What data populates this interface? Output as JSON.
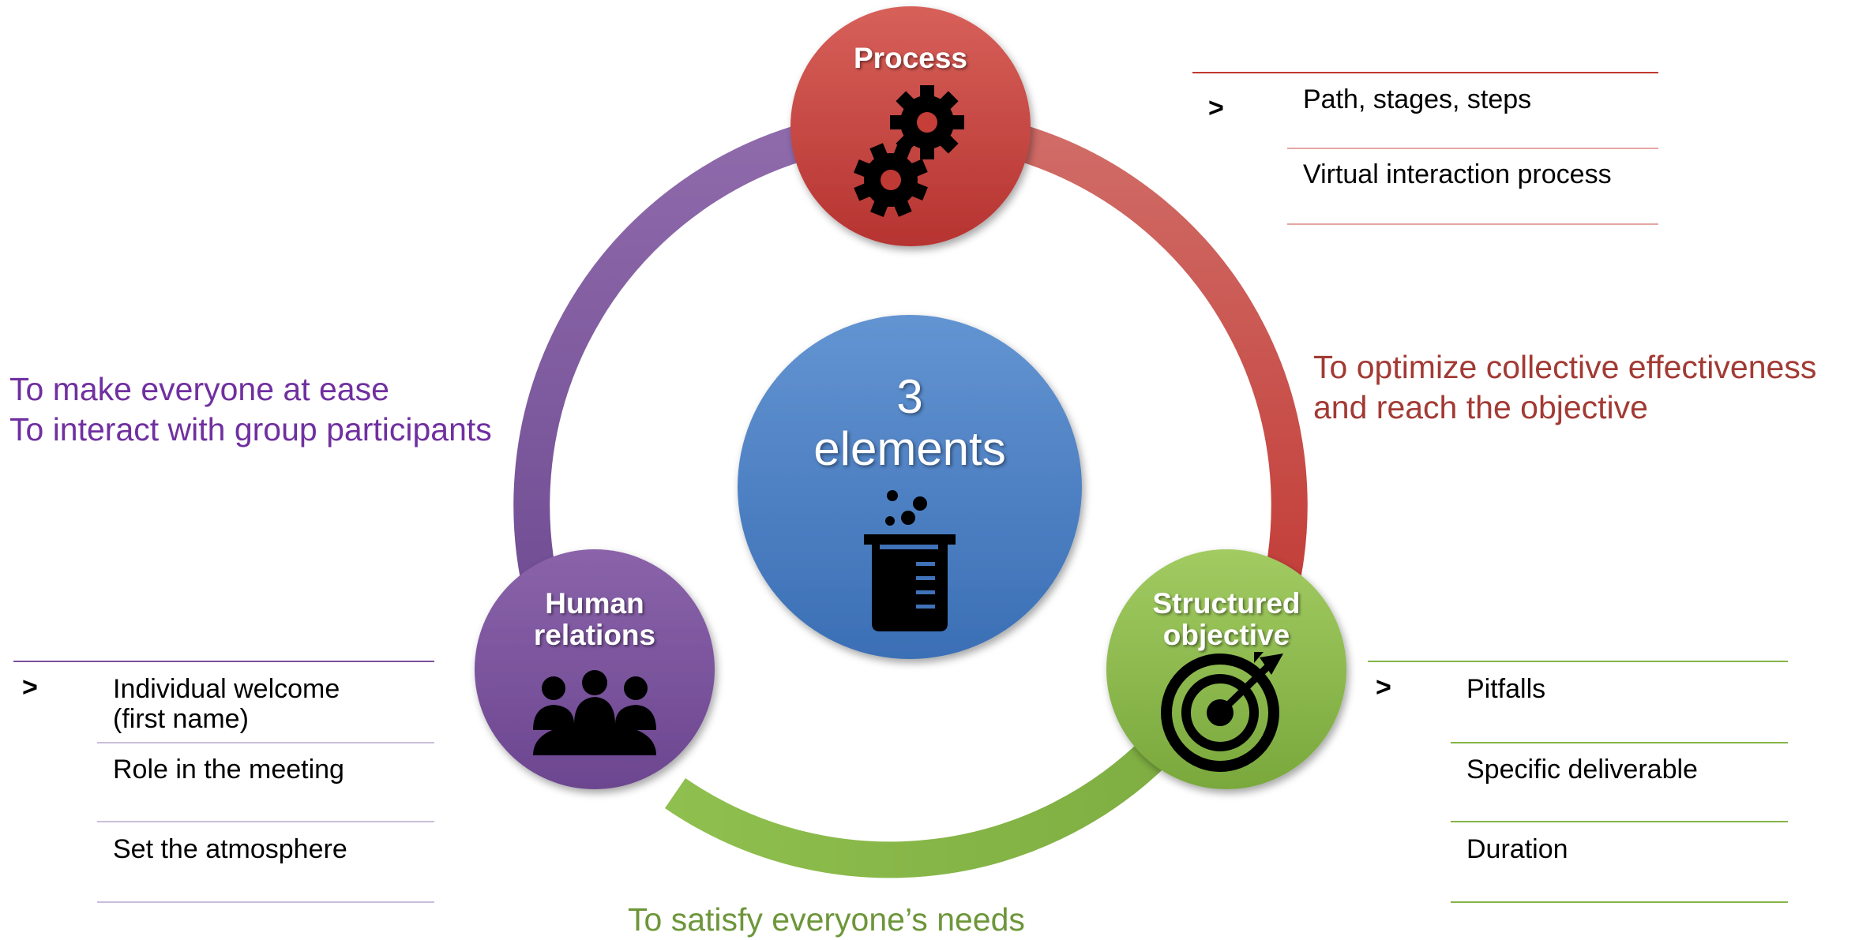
{
  "colors": {
    "process": "#c0392f",
    "human_relations": "#7b529b",
    "structured_objective": "#86b44a",
    "center": "#4a7fc4",
    "process_text": "#a23a34",
    "human_text": "#7030a0",
    "objective_text": "#6d963a"
  },
  "center": {
    "number": "3",
    "label": "elements",
    "icon": "beaker-icon"
  },
  "nodes": {
    "process": {
      "title": "Process",
      "icon": "gears-icon"
    },
    "human_relations": {
      "title_line1": "Human",
      "title_line2": "relations",
      "icon": "group-meeting-icon"
    },
    "structured_objective": {
      "title_line1": "Structured",
      "title_line2": "objective",
      "icon": "target-icon"
    }
  },
  "goals": {
    "process_line1": "To optimize collective effectiveness",
    "process_line2": "and reach the objective",
    "human_line1": "To make everyone at ease",
    "human_line2": "To interact with group participants",
    "objective": "To satisfy everyone’s needs"
  },
  "lists": {
    "process": {
      "bullet": ">",
      "items": [
        "Path, stages, steps",
        "Virtual interaction process"
      ]
    },
    "human_relations": {
      "bullet": ">",
      "items": [
        "Individual welcome",
        "(first name)",
        "Role in the meeting",
        "Set the atmosphere"
      ]
    },
    "structured_objective": {
      "bullet": ">",
      "items": [
        "Pitfalls",
        "Specific deliverable",
        "Duration"
      ]
    }
  }
}
